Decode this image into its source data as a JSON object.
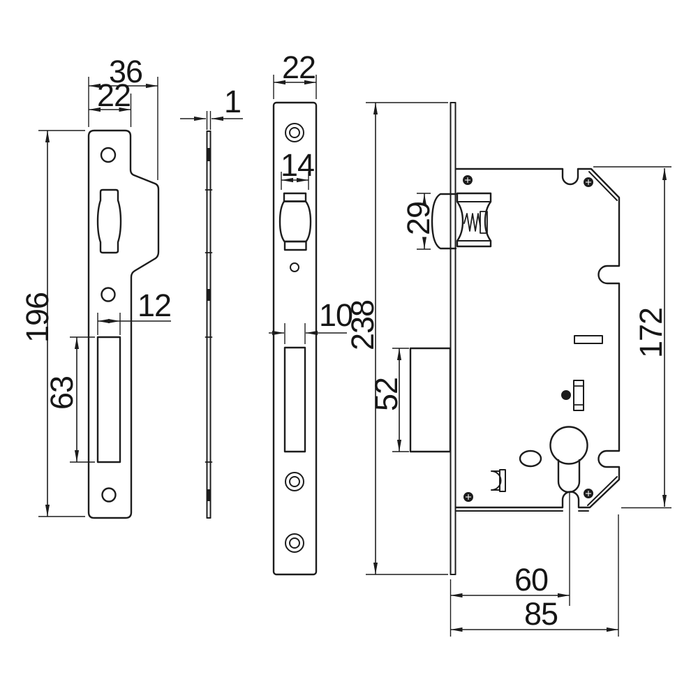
{
  "drawing": {
    "type": "technical-drawing",
    "subject": "Mortise door lock set: strike plate, strike plate side profile, faceplate and lock case, dimensioned in millimetres",
    "units": "mm",
    "line_color": "#1c1c1c",
    "background_color": "#ffffff",
    "views": [
      {
        "id": "strike-plate-front",
        "label": "strike plate front view",
        "dimensions": {
          "outer_width": "36",
          "inner_width": "22",
          "height": "196",
          "slot_width": "12",
          "slot_height": "63"
        }
      },
      {
        "id": "strike-plate-side",
        "label": "strike plate side profile",
        "dimensions": {
          "thickness": "1"
        }
      },
      {
        "id": "faceplate-front",
        "label": "faceplate front view",
        "dimensions": {
          "width": "22",
          "latch_width": "14",
          "slot_width": "10",
          "height": "238"
        }
      },
      {
        "id": "lock-body-side",
        "label": "lock case side view",
        "dimensions": {
          "latch_height": "29",
          "deadbolt_height": "52",
          "case_height": "172",
          "backset": "60",
          "case_depth": "85"
        }
      }
    ]
  }
}
